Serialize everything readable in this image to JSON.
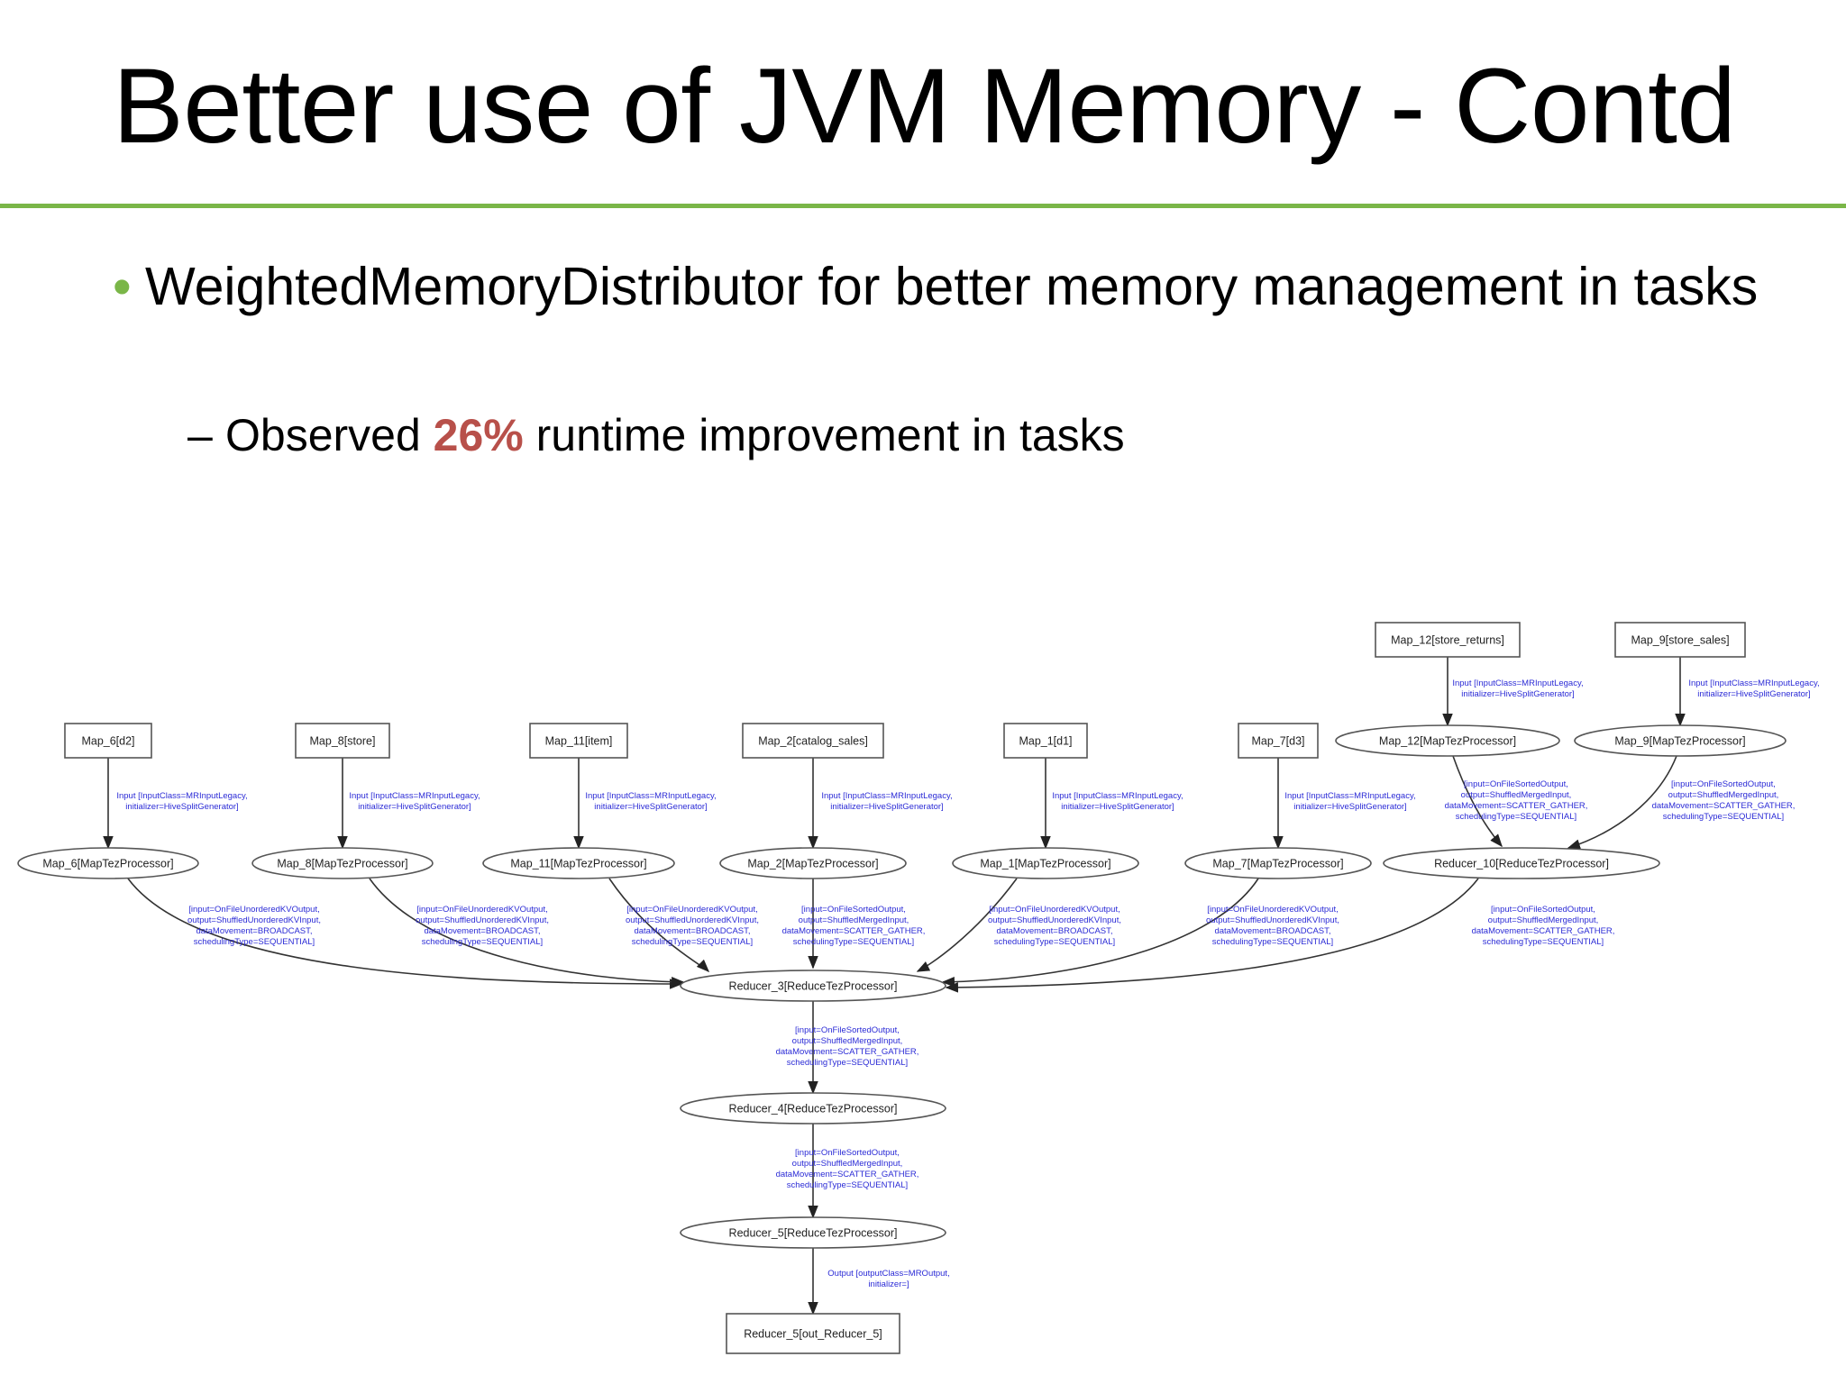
{
  "slide": {
    "title": "Better use of JVM Memory - Contd",
    "bullet_main": "WeightedMemoryDistributor for better memory management in tasks",
    "sub_prefix": "Observed ",
    "sub_highlight": "26%",
    "sub_suffix": " runtime improvement in tasks"
  },
  "colors": {
    "accent": "#7ab648",
    "highlight": "#b8504a",
    "edge_label": "#2b2bd6"
  },
  "diagram": {
    "nodes": [
      {
        "id": "m6s",
        "label": "Map_6[d2]",
        "shape": "box"
      },
      {
        "id": "m8s",
        "label": "Map_8[store]",
        "shape": "box"
      },
      {
        "id": "m11s",
        "label": "Map_11[item]",
        "shape": "box"
      },
      {
        "id": "m2s",
        "label": "Map_2[catalog_sales]",
        "shape": "box"
      },
      {
        "id": "m1s",
        "label": "Map_1[d1]",
        "shape": "box"
      },
      {
        "id": "m7s",
        "label": "Map_7[d3]",
        "shape": "box"
      },
      {
        "id": "m12s",
        "label": "Map_12[store_returns]",
        "shape": "box"
      },
      {
        "id": "m9s",
        "label": "Map_9[store_sales]",
        "shape": "box"
      },
      {
        "id": "m6p",
        "label": "Map_6[MapTezProcessor]",
        "shape": "ellipse"
      },
      {
        "id": "m8p",
        "label": "Map_8[MapTezProcessor]",
        "shape": "ellipse"
      },
      {
        "id": "m11p",
        "label": "Map_11[MapTezProcessor]",
        "shape": "ellipse"
      },
      {
        "id": "m2p",
        "label": "Map_2[MapTezProcessor]",
        "shape": "ellipse"
      },
      {
        "id": "m1p",
        "label": "Map_1[MapTezProcessor]",
        "shape": "ellipse"
      },
      {
        "id": "m7p",
        "label": "Map_7[MapTezProcessor]",
        "shape": "ellipse"
      },
      {
        "id": "r10",
        "label": "Reducer_10[ReduceTezProcessor]",
        "shape": "ellipse"
      },
      {
        "id": "m12p",
        "label": "Map_12[MapTezProcessor]",
        "shape": "ellipse"
      },
      {
        "id": "m9p",
        "label": "Map_9[MapTezProcessor]",
        "shape": "ellipse"
      },
      {
        "id": "r3",
        "label": "Reducer_3[ReduceTezProcessor]",
        "shape": "ellipse"
      },
      {
        "id": "r4",
        "label": "Reducer_4[ReduceTezProcessor]",
        "shape": "ellipse"
      },
      {
        "id": "r5",
        "label": "Reducer_5[ReduceTezProcessor]",
        "shape": "ellipse"
      },
      {
        "id": "r5o",
        "label": "Reducer_5[out_Reducer_5]",
        "shape": "box"
      }
    ],
    "edges": [
      {
        "from": "m6s",
        "to": "m6p",
        "label": [
          "Input [InputClass=MRInputLegacy,",
          "initializer=HiveSplitGenerator]"
        ]
      },
      {
        "from": "m8s",
        "to": "m8p",
        "label": [
          "Input [InputClass=MRInputLegacy,",
          "initializer=HiveSplitGenerator]"
        ]
      },
      {
        "from": "m11s",
        "to": "m11p",
        "label": [
          "Input [InputClass=MRInputLegacy,",
          "initializer=HiveSplitGenerator]"
        ]
      },
      {
        "from": "m2s",
        "to": "m2p",
        "label": [
          "Input [InputClass=MRInputLegacy,",
          "initializer=HiveSplitGenerator]"
        ]
      },
      {
        "from": "m1s",
        "to": "m1p",
        "label": [
          "Input [InputClass=MRInputLegacy,",
          "initializer=HiveSplitGenerator]"
        ]
      },
      {
        "from": "m7s",
        "to": "m7p",
        "label": [
          "Input [InputClass=MRInputLegacy,",
          "initializer=HiveSplitGenerator]"
        ]
      },
      {
        "from": "m12s",
        "to": "m12p",
        "label": [
          "Input [InputClass=MRInputLegacy,",
          "initializer=HiveSplitGenerator]"
        ]
      },
      {
        "from": "m9s",
        "to": "m9p",
        "label": [
          "Input [InputClass=MRInputLegacy,",
          "initializer=HiveSplitGenerator]"
        ]
      },
      {
        "from": "m12p",
        "to": "r10",
        "label": [
          "[input=OnFileSortedOutput,",
          "output=ShuffledMergedInput,",
          "dataMovement=SCATTER_GATHER,",
          "schedulingType=SEQUENTIAL]"
        ]
      },
      {
        "from": "m9p",
        "to": "r10",
        "label": [
          "[input=OnFileSortedOutput,",
          "output=ShuffledMergedInput,",
          "dataMovement=SCATTER_GATHER,",
          "schedulingType=SEQUENTIAL]"
        ]
      },
      {
        "from": "m6p",
        "to": "r3",
        "label": [
          "[input=OnFileUnorderedKVOutput,",
          "output=ShuffledUnorderedKVInput,",
          "dataMovement=BROADCAST,",
          "schedulingType=SEQUENTIAL]"
        ]
      },
      {
        "from": "m8p",
        "to": "r3",
        "label": [
          "[input=OnFileUnorderedKVOutput,",
          "output=ShuffledUnorderedKVInput,",
          "dataMovement=BROADCAST,",
          "schedulingType=SEQUENTIAL]"
        ]
      },
      {
        "from": "m11p",
        "to": "r3",
        "label": [
          "[input=OnFileUnorderedKVOutput,",
          "output=ShuffledUnorderedKVInput,",
          "dataMovement=BROADCAST,",
          "schedulingType=SEQUENTIAL]"
        ]
      },
      {
        "from": "m2p",
        "to": "r3",
        "label": [
          "[input=OnFileSortedOutput,",
          "output=ShuffledMergedInput,",
          "dataMovement=SCATTER_GATHER,",
          "schedulingType=SEQUENTIAL]"
        ]
      },
      {
        "from": "m1p",
        "to": "r3",
        "label": [
          "[input=OnFileUnorderedKVOutput,",
          "output=ShuffledUnorderedKVInput,",
          "dataMovement=BROADCAST,",
          "schedulingType=SEQUENTIAL]"
        ]
      },
      {
        "from": "m7p",
        "to": "r3",
        "label": [
          "[input=OnFileUnorderedKVOutput,",
          "output=ShuffledUnorderedKVInput,",
          "dataMovement=BROADCAST,",
          "schedulingType=SEQUENTIAL]"
        ]
      },
      {
        "from": "r10",
        "to": "r3",
        "label": [
          "[input=OnFileSortedOutput,",
          "output=ShuffledMergedInput,",
          "dataMovement=SCATTER_GATHER,",
          "schedulingType=SEQUENTIAL]"
        ]
      },
      {
        "from": "r3",
        "to": "r4",
        "label": [
          "[input=OnFileSortedOutput,",
          "output=ShuffledMergedInput,",
          "dataMovement=SCATTER_GATHER,",
          "schedulingType=SEQUENTIAL]"
        ]
      },
      {
        "from": "r4",
        "to": "r5",
        "label": [
          "[input=OnFileSortedOutput,",
          "output=ShuffledMergedInput,",
          "dataMovement=SCATTER_GATHER,",
          "schedulingType=SEQUENTIAL]"
        ]
      },
      {
        "from": "r5",
        "to": "r5o",
        "label": [
          "Output [outputClass=MROutput,",
          "initializer=]"
        ]
      }
    ]
  }
}
